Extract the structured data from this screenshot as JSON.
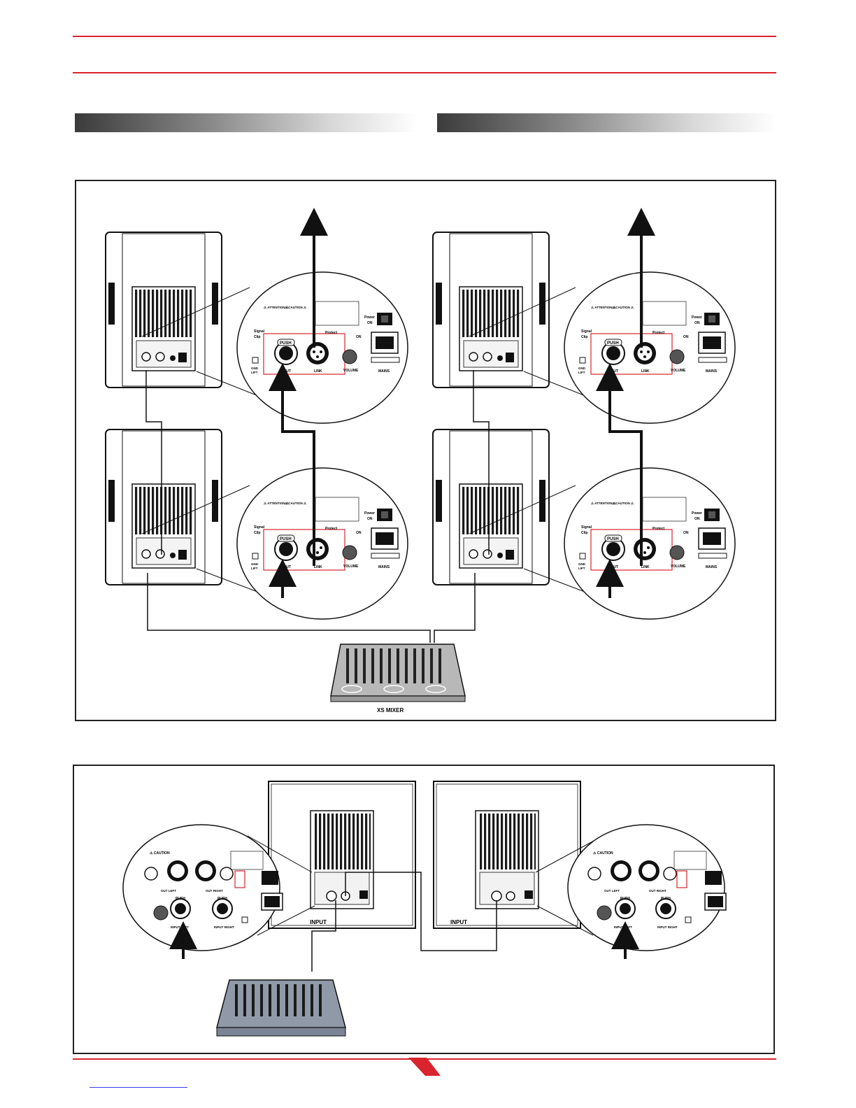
{
  "header": {
    "accent_color": "#d9232d"
  },
  "section_bars": [
    {
      "id": "left"
    },
    {
      "id": "right"
    }
  ],
  "panel": {
    "labels": {
      "power": "Power",
      "on": "ON",
      "signal": "Signal",
      "clip": "Clip",
      "protect": "Protect",
      "input": "INPUT",
      "link": "LINK",
      "volume": "VOLUME",
      "mains": "MAINS",
      "push": "PUSH",
      "gnd_lift": "GND LIFT",
      "attention": "ATTENTION",
      "caution": "CAUTION"
    }
  },
  "figure1": {
    "mixer_label": "XS MIXER"
  },
  "figure2": {
    "speaker_labels": [
      "INPUT",
      "INPUT"
    ],
    "stereo_labels": {
      "input_left": "INPUT LEFT",
      "input_right": "INPUT RIGHT",
      "out_left": "OUT LEFT",
      "out_right": "OUT RIGHT"
    }
  }
}
